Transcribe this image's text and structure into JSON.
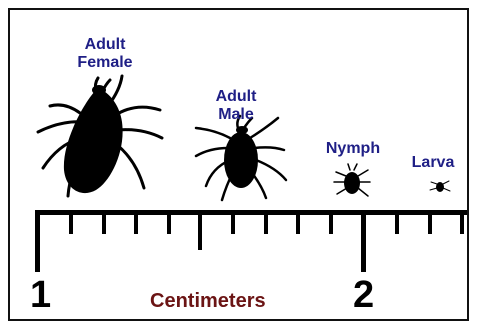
{
  "labels": {
    "adult_female": [
      "Adult",
      "Female"
    ],
    "adult_male": [
      "Adult",
      "Male"
    ],
    "nymph": "Nymph",
    "larva": "Larva"
  },
  "ruler": {
    "start_number": "1",
    "end_number": "2",
    "unit_label": "Centimeters"
  },
  "colors": {
    "label": "#1f1f86",
    "unit": "#6b1414",
    "ink": "#000000"
  }
}
